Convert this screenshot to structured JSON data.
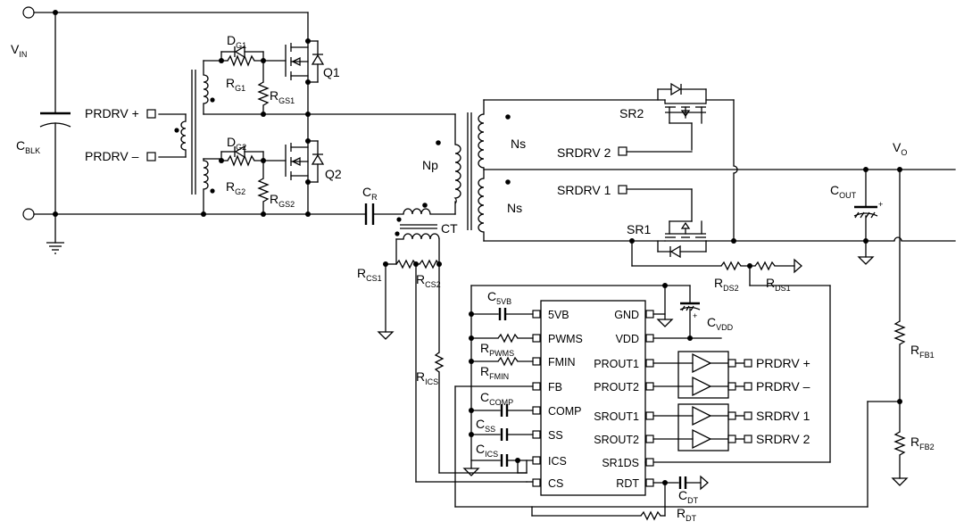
{
  "labels": {
    "vin": "V",
    "vin_sub": "IN",
    "cblk": "C",
    "cblk_sub": "BLK",
    "prdrv_plus": "PRDRV +",
    "prdrv_minus": "PRDRV –",
    "dg1": "D",
    "dg1_sub": "G1",
    "rg1": "R",
    "rg1_sub": "G1",
    "rgs1": "R",
    "rgs1_sub": "GS1",
    "q1": "Q1",
    "dg2": "D",
    "dg2_sub": "G2",
    "rg2": "R",
    "rg2_sub": "G2",
    "rgs2": "R",
    "rgs2_sub": "GS2",
    "q2": "Q2",
    "cr": "C",
    "cr_sub": "R",
    "ct": "CT",
    "np": "Np",
    "ns_top": "Ns",
    "ns_bottom": "Ns",
    "sr2": "SR2",
    "sr1": "SR1",
    "srdrv2": "SRDRV 2",
    "srdrv1": "SRDRV 1",
    "vo": "V",
    "vo_sub": "O",
    "cout": "C",
    "cout_sub": "OUT",
    "rcs1": "R",
    "rcs1_sub": "CS1",
    "rcs2": "R",
    "rcs2_sub": "CS2",
    "rics": "R",
    "rics_sub": "ICS",
    "rds2": "R",
    "rds2_sub": "DS2",
    "rds1": "R",
    "rds1_sub": "DS1",
    "rfb1": "R",
    "rfb1_sub": "FB1",
    "rfb2": "R",
    "rfb2_sub": "FB2",
    "c5vb": "C",
    "c5vb_sub": "5VB",
    "cvdd": "C",
    "cvdd_sub": "VDD",
    "rpwms": "R",
    "rpwms_sub": "PWMS",
    "rfmin": "R",
    "rfmin_sub": "FMIN",
    "ccomp": "C",
    "ccomp_sub": "COMP",
    "css": "C",
    "css_sub": "SS",
    "cics": "C",
    "cics_sub": "ICS",
    "cdt": "C",
    "cdt_sub": "DT",
    "rdt": "R",
    "rdt_sub": "DT"
  },
  "ic_pins": {
    "left": [
      "5VB",
      "PWMS",
      "FMIN",
      "FB",
      "COMP",
      "SS",
      "ICS",
      "CS"
    ],
    "right": [
      "GND",
      "VDD",
      "PROUT1",
      "PROUT2",
      "SROUT1",
      "SROUT2",
      "SR1DS",
      "RDT"
    ]
  },
  "outputs": {
    "prdrv_plus": "PRDRV +",
    "prdrv_minus": "PRDRV –",
    "srdrv1": "SRDRV 1",
    "srdrv2": "SRDRV 2"
  }
}
